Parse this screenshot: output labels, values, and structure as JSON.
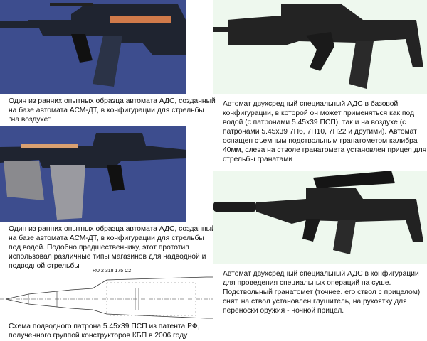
{
  "captions": {
    "top_left": "Один из ранних опытных образца автомата АДС, созданный\nна базе автомата АСМ-ДТ, в конфигурации для стрельбы\n\"на воздухе\"",
    "top_right": "Автомат двухсредный специальный АДС в базовой\nконфигурации, в которой он может применяться как под\nводой (с патронами 5.45x39 ПСП), так и на воздухе (с\nпатронами 5.45x39 7Н6, 7Н10, 7Н22 и другими). Автомат\nоснащен съемным подствольным гранатометом калибра\n40мм, слева на стволе гранатомета установлен прицел для\nстрельбы гранатами",
    "middle_left": "Один из ранних опытных образца автомата АДС, созданный\nна базе автомата АСМ-ДТ, в конфигурации для стрельбы\nпод водой. Подобно предшественнику, этот прототип\nиспользовал различные типы магазинов для надводной и\nподводной стрельбы",
    "bottom_right": "Автомат двухсредный специальный АДС в конфигурации\nдля проведения специальных операций на суше.\nПодствольный гранатомет (точнее. его ствол с прицелом)\nснят, на ствол установлен глушитель, на рукоятку для\nпереноски оружия - ночной прицел.",
    "bottom_left": "Схема подводного патрона 5.45x39 ПСП из патента РФ,\nполученного группой конструкторов КБП в 2006 году"
  },
  "patent_label": "RU  2 318 175  C2"
}
